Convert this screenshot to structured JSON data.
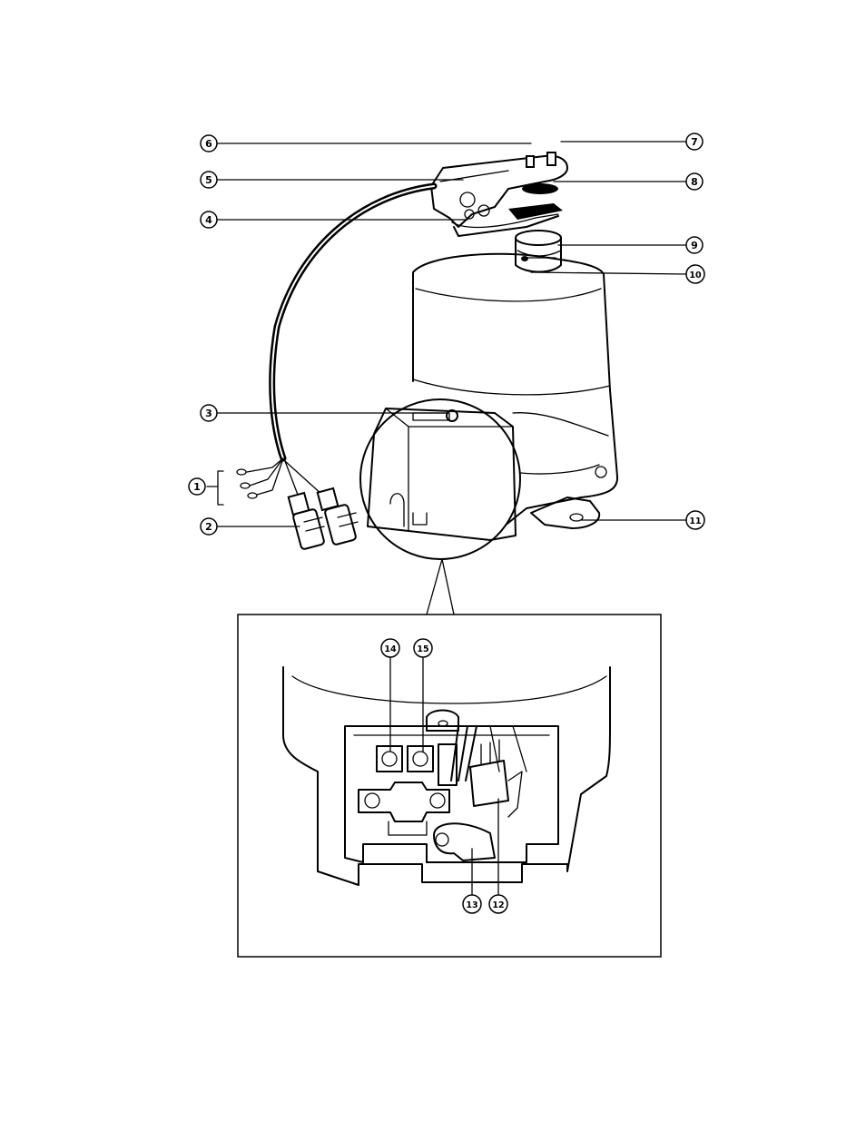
{
  "callouts": {
    "c1": "1",
    "c2": "2",
    "c3": "3",
    "c4": "4",
    "c5": "5",
    "c6": "6",
    "c7": "7",
    "c8": "8",
    "c9": "9",
    "c10": "10",
    "c11": "11",
    "c12": "12",
    "c13": "13",
    "c14": "14",
    "c15": "15"
  },
  "colors": {
    "ink": "#000000",
    "paper": "#ffffff"
  }
}
